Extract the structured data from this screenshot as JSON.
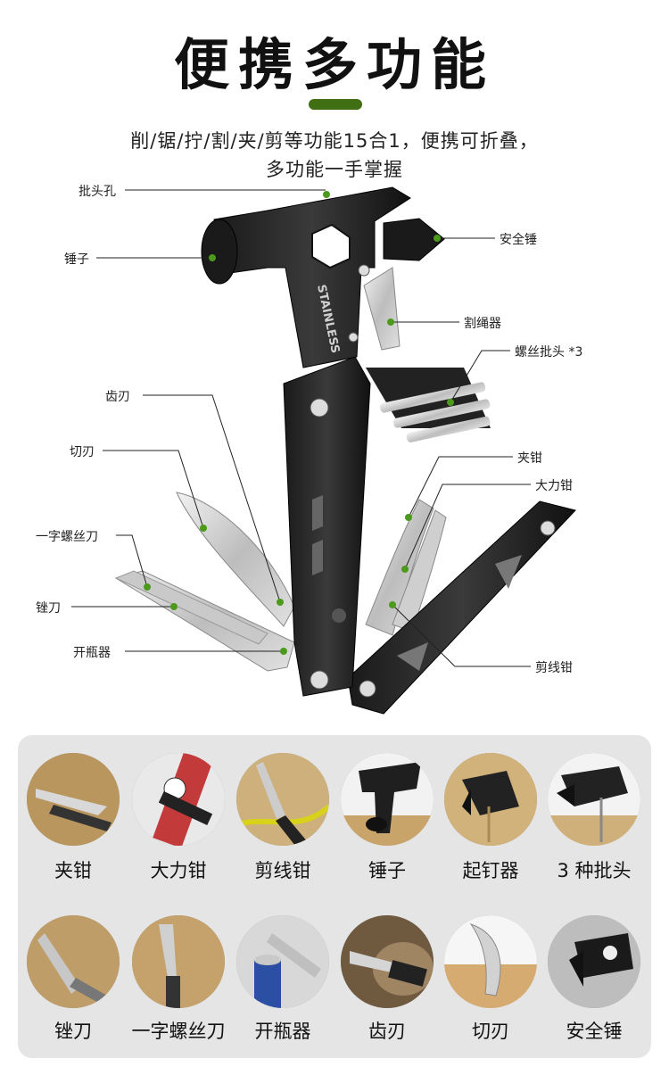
{
  "header": {
    "title": "便携多功能",
    "subtitle_line1": "削/锯/拧/割/夹/剪等功能15合1，便携可折叠，",
    "subtitle_line2": "多功能一手掌握"
  },
  "product_diagram": {
    "engraving": "STAINLESS",
    "callouts": {
      "bit_hole": "批头孔",
      "hammer": "锤子",
      "safety_hammer": "安全锤",
      "rope_cutter": "割绳器",
      "screwdriver_bits": "螺丝批头 *3",
      "serrated_blade": "齿刃",
      "cutting_blade": "切刃",
      "flat_screwdriver": "一字螺丝刀",
      "file": "锉刀",
      "bottle_opener": "开瓶器",
      "pliers": "夹钳",
      "locking_pliers": "大力钳",
      "wire_cutter": "剪线钳"
    }
  },
  "feature_grid": {
    "row1": [
      {
        "label": "夹钳",
        "icon": "pliers-photo"
      },
      {
        "label": "大力钳",
        "icon": "locking-pliers-photo"
      },
      {
        "label": "剪线钳",
        "icon": "wire-cutter-photo"
      },
      {
        "label": "锤子",
        "icon": "hammer-photo"
      },
      {
        "label": "起钉器",
        "icon": "nail-puller-photo"
      },
      {
        "label": "3 种批头",
        "icon": "screwdriver-bits-photo"
      }
    ],
    "row2": [
      {
        "label": "锉刀",
        "icon": "file-photo"
      },
      {
        "label": "一字螺丝刀",
        "icon": "flat-screwdriver-photo"
      },
      {
        "label": "开瓶器",
        "icon": "bottle-opener-photo"
      },
      {
        "label": "齿刃",
        "icon": "serrated-blade-photo"
      },
      {
        "label": "切刃",
        "icon": "cutting-blade-photo"
      },
      {
        "label": "安全锤",
        "icon": "safety-hammer-photo"
      }
    ]
  },
  "colors": {
    "accent_bar": "#3f6f12",
    "callout_dot": "#4c9a1c",
    "panel_bg": "#e5e5e5"
  }
}
